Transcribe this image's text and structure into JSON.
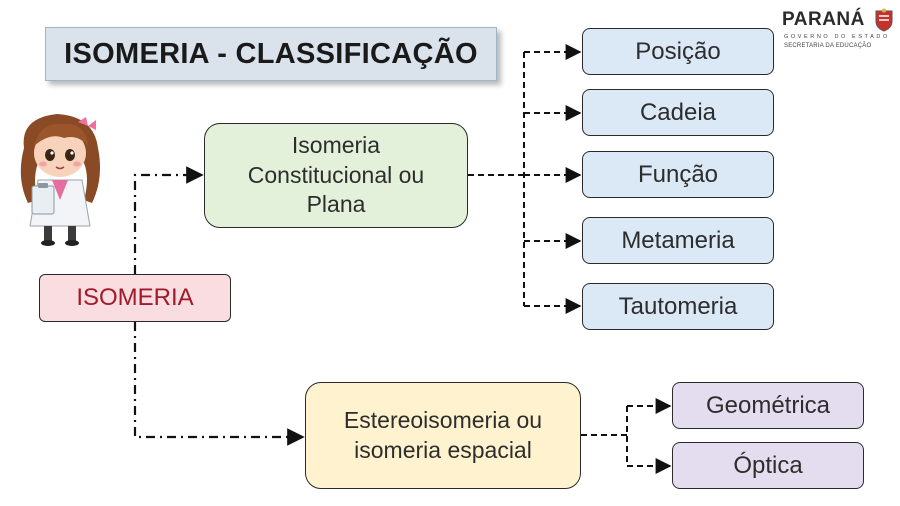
{
  "title": "ISOMERIA - CLASSIFICAÇÃO",
  "logo": {
    "name": "PARANÁ",
    "line1": "GOVERNO DO ESTADO",
    "line2": "SECRETARIA DA EDUCAÇÃO"
  },
  "diagram": {
    "root": "ISOMERIA",
    "constitutional": {
      "label": "Isomeria Constitucional ou Plana",
      "children": [
        "Posição",
        "Cadeia",
        "Função",
        "Metameria",
        "Tautomeria"
      ]
    },
    "stereo": {
      "label": "Estereoisomeria ou isomeria espacial",
      "children": [
        "Geométrica",
        "Óptica"
      ]
    }
  },
  "icons": [
    "scientist-girl-illustration",
    "parana-crest-icon"
  ]
}
